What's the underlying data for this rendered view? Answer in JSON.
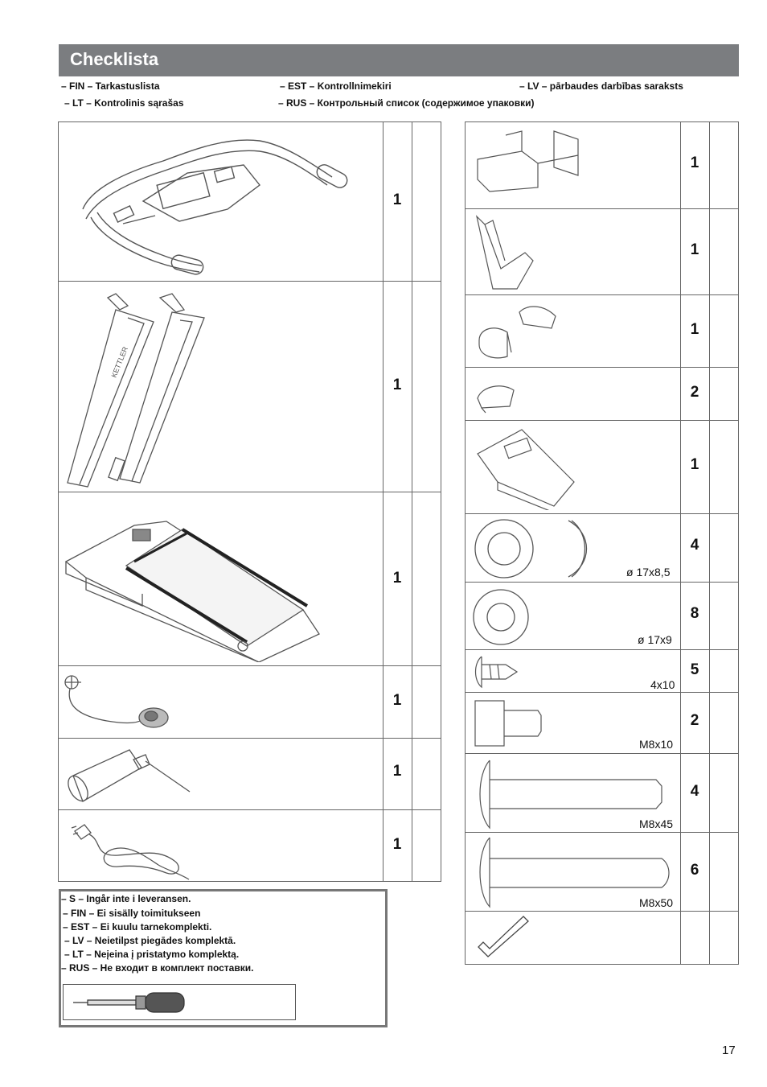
{
  "header": {
    "title": "Checklista"
  },
  "languages": {
    "fin": "– FIN – Tarkastuslista",
    "est": "– EST – Kontrollnimekiri",
    "lv": "– LV – pārbaudes darbības saraksts",
    "lt": "– LT – Kontrolinis sąrašas",
    "rus": "– RUS – Контрольный список (содержимое упаковки)"
  },
  "left_parts": [
    {
      "item": "handlebar-console-frame",
      "qty": "1"
    },
    {
      "item": "upright-posts",
      "qty": "1"
    },
    {
      "item": "treadmill-base",
      "qty": "1"
    },
    {
      "item": "safety-key-clip",
      "qty": "1"
    },
    {
      "item": "lubricant-bottle",
      "qty": "1"
    },
    {
      "item": "power-cord",
      "qty": "1"
    }
  ],
  "right_parts": [
    {
      "item": "console-bracket-cover",
      "qty": "1",
      "dim": ""
    },
    {
      "item": "side-bracket",
      "qty": "1",
      "dim": ""
    },
    {
      "item": "post-covers",
      "qty": "1",
      "dim": ""
    },
    {
      "item": "end-cap",
      "qty": "2",
      "dim": ""
    },
    {
      "item": "console-housing",
      "qty": "1",
      "dim": ""
    },
    {
      "item": "curved-washer",
      "qty": "4",
      "dim": "ø 17x8,5"
    },
    {
      "item": "flat-washer",
      "qty": "8",
      "dim": "ø 17x9"
    },
    {
      "item": "screw",
      "qty": "5",
      "dim": "4x10"
    },
    {
      "item": "bolt",
      "qty": "2",
      "dim": "M8x10"
    },
    {
      "item": "bolt",
      "qty": "4",
      "dim": "M8x45"
    },
    {
      "item": "bolt",
      "qty": "6",
      "dim": "M8x50"
    },
    {
      "item": "allen-key",
      "qty": "",
      "dim": ""
    }
  ],
  "note": {
    "lines": [
      "– S – Ingår inte i leveransen.",
      "– FIN – Ei sisälly toimitukseen",
      "– EST – Ei kuulu tarnekomplekti.",
      "– LV – Neietilpst piegādes komplektā.",
      "– LT – Neįeina į pristatymo komplektą.",
      "– RUS – Не входит в комплект поставки."
    ]
  },
  "page_number": "17"
}
